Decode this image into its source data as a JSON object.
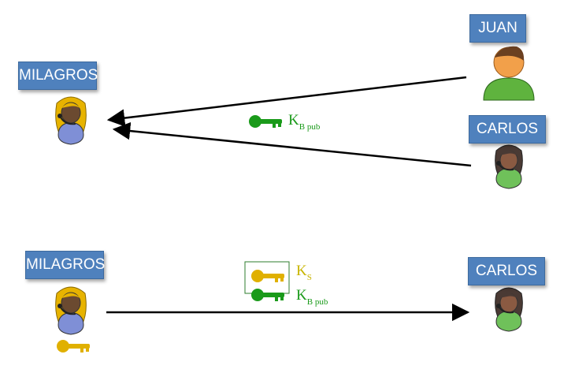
{
  "scene_top": {
    "sender_label": "MILAGROS",
    "peer_a_label": "JUAN",
    "peer_b_label": "CARLOS",
    "key_label": {
      "main": "K",
      "sub": "B pub"
    }
  },
  "scene_bottom": {
    "sender_label": "MILAGROS",
    "receiver_label": "CARLOS",
    "session_key_label": {
      "main": "K",
      "sub": "S"
    },
    "public_key_label": {
      "main": "K",
      "sub": "B pub"
    }
  },
  "colors": {
    "name_box": "#4f81bd",
    "public_key": "#1a9a1a",
    "session_key": "#e0b000",
    "arrow": "#000000"
  }
}
